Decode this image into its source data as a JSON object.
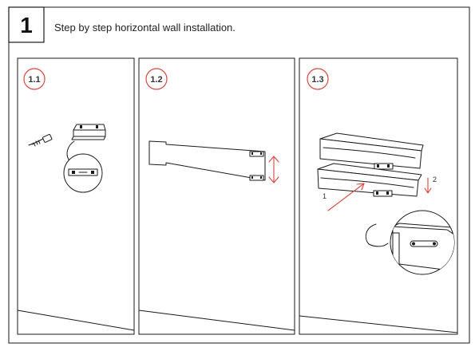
{
  "header": {
    "step_number": "1",
    "instruction": "Step by step horizontal wall installation."
  },
  "panels": [
    {
      "label": "1.1"
    },
    {
      "label": "1.2"
    },
    {
      "label": "1.3",
      "arrow_labels": [
        "1",
        "2"
      ]
    }
  ],
  "colors": {
    "accent": "#d9453b",
    "ink": "#1a1a1a"
  }
}
